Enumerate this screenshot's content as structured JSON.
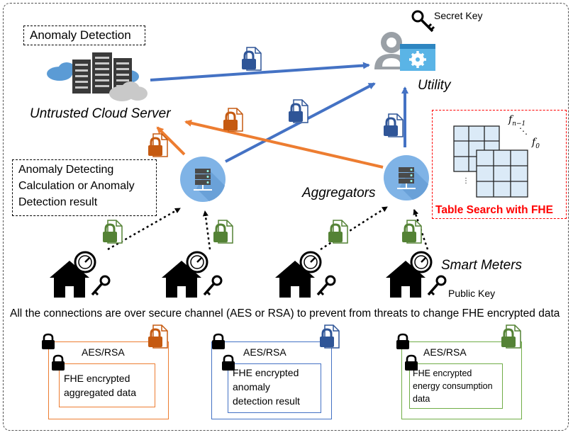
{
  "labels": {
    "anomaly_detection": "Anomaly Detection",
    "untrusted_cloud_server": "Untrusted Cloud Server",
    "utility": "Utility",
    "secret_key": "Secret Key",
    "anomaly_calc_line1": "Anomaly Detecting",
    "anomaly_calc_line2": "Calculation or Anomaly",
    "anomaly_calc_line3": "Detection result",
    "aggregators": "Aggregators",
    "smart_meters": "Smart Meters",
    "public_key": "Public Key",
    "table_search": "Table Search with FHE",
    "f_n_minus_1": "f",
    "f_n_minus_1_sub": "n−1",
    "f_0": "f",
    "f_0_sub": "0",
    "ellipsis": "⋱",
    "secure_channel_note": "All the connections are over secure channel (AES or RSA) to prevent from threats to change FHE encrypted data"
  },
  "legend": [
    {
      "aes": "AES/RSA",
      "line1": "FHE encrypted",
      "line2": "aggregated data",
      "line3": ""
    },
    {
      "aes": "AES/RSA",
      "line1": "FHE encrypted",
      "line2": "anomaly",
      "line3": "detection result"
    },
    {
      "aes": "AES/RSA",
      "line1": "FHE encrypted",
      "line2": "energy consumption",
      "line3": "data"
    }
  ],
  "colors": {
    "blue": "#4472c4",
    "orange": "#ed7d31",
    "green": "#70ad47",
    "lock_blue": "#2f5597",
    "lock_orange": "#c55a11",
    "lock_green": "#548235",
    "red": "#ff0000",
    "aggregator_fill": "#7fb3e6",
    "grid_fill": "#dbeaf7"
  },
  "icons": [
    "server-rack-icon",
    "cloud-icon",
    "user-icon",
    "settings-window-icon",
    "key-icon",
    "lock-document-icon",
    "aggregator-icon",
    "house-icon",
    "meter-gauge-icon",
    "padlock-icon",
    "table-grid-icon"
  ]
}
